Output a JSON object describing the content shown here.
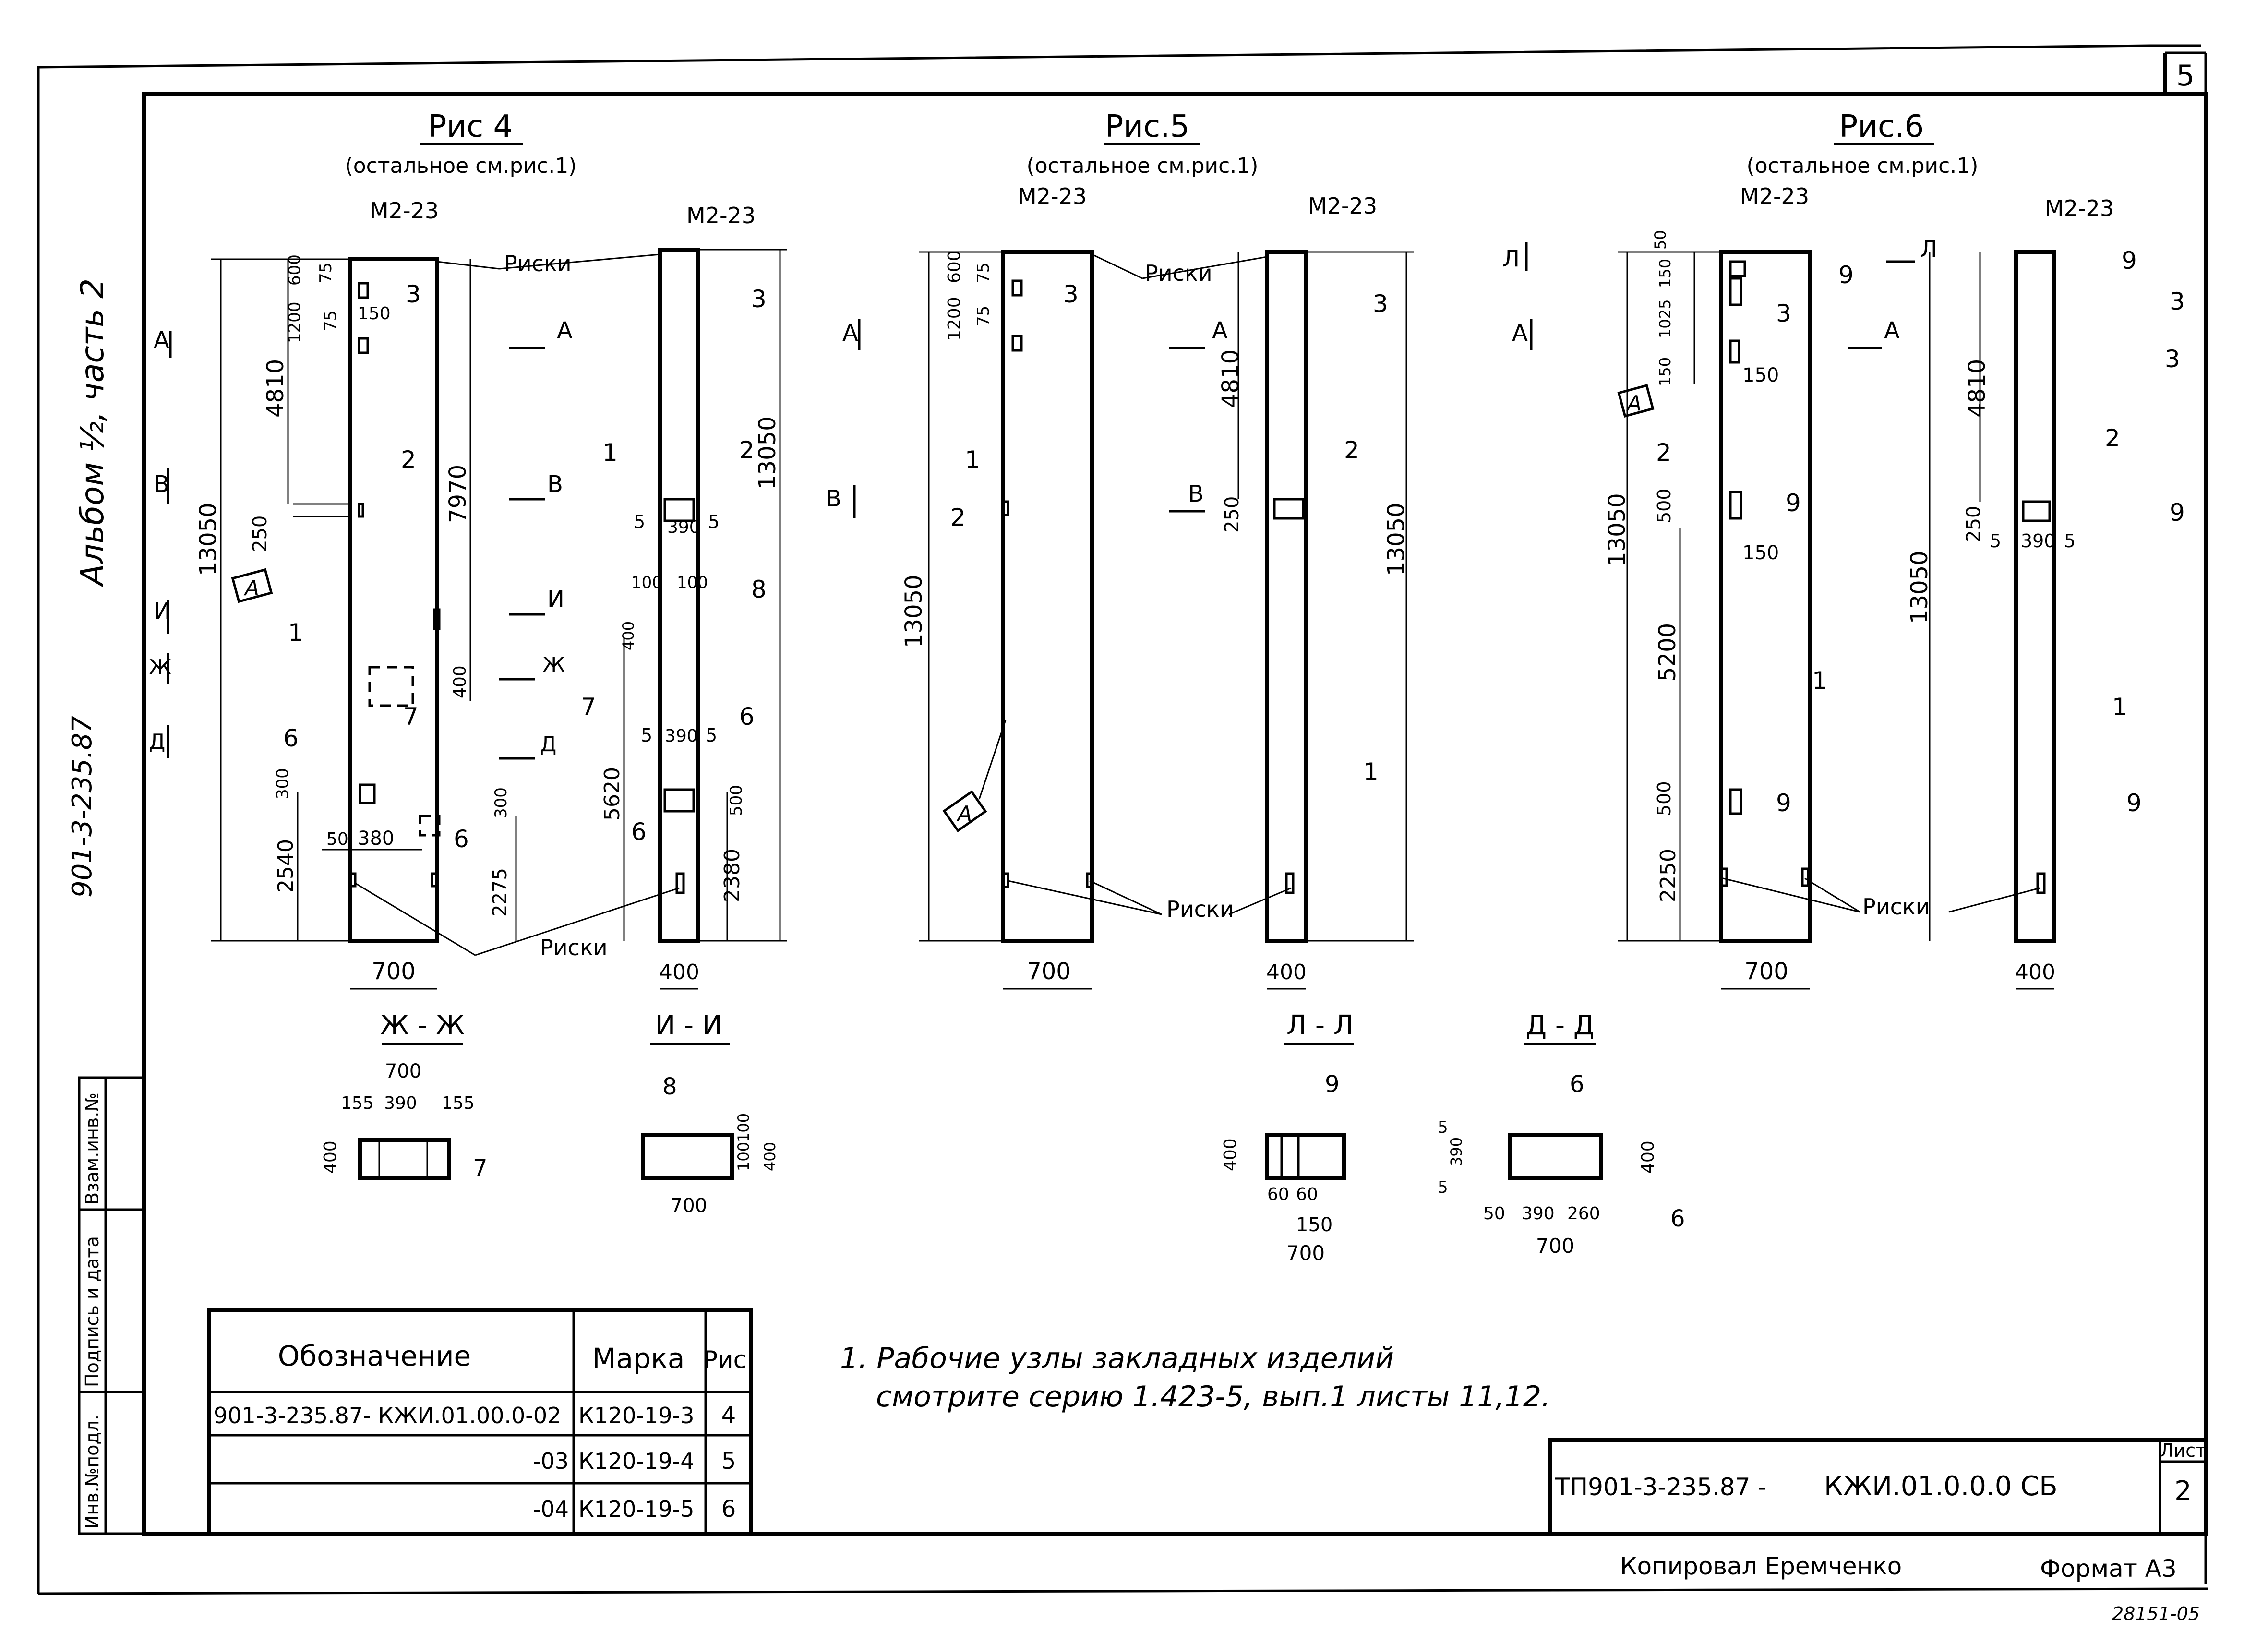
{
  "sheet_number": "5",
  "side_label": "Альбом ½, часть 2",
  "side_code": "901-3-235.87",
  "figures": {
    "fig4": {
      "title": "Рис 4",
      "subtitle": "(остальное см.рис.1)"
    },
    "fig5": {
      "title": "Рис.5",
      "subtitle": "(остальное см.рис.1)"
    },
    "fig6": {
      "title": "Рис.6",
      "subtitle": "(остальное см.рис.1)"
    }
  },
  "labels": {
    "m2": "М2-23",
    "riski": "Риски",
    "A": "А",
    "B": "В",
    "I": "И",
    "Zh": "Ж",
    "D": "Д",
    "L": "Л"
  },
  "dims": {
    "d13050": "13050",
    "d4810": "4810",
    "d7970": "7970",
    "d250": "250",
    "d600": "600",
    "d75": "75",
    "d1200": "1200",
    "d150": "150",
    "d2540": "2540",
    "d2275": "2275",
    "d2380": "2380",
    "d5620": "5620",
    "d300": "300",
    "d50": "50",
    "d380": "380",
    "d390": "390",
    "d5": "5",
    "d100": "100",
    "d400": "400",
    "d700": "700",
    "d500": "500",
    "d1025": "1025",
    "d5200": "5200",
    "d2250": "2250",
    "d60": "60",
    "d155": "155",
    "d260": "260",
    "d9": "9"
  },
  "callouts": [
    "1",
    "2",
    "3",
    "6",
    "7",
    "8",
    "9"
  ],
  "sections": {
    "zhzh": "Ж - Ж",
    "ii": "И - И",
    "ll": "Л - Л",
    "dd": "Д - Д"
  },
  "stamp_side": {
    "inv": "Инв.№подл.",
    "sign": "Подпись и дата",
    "vzam": "Взам.инв.№"
  },
  "table": {
    "headers": [
      "Обозначение",
      "Марка",
      "Рис."
    ],
    "rows": [
      {
        "designation": "901-3-235.87- КЖИ.01.00.0-02",
        "mark": "К120-19-3",
        "fig": "4"
      },
      {
        "designation": "-03",
        "mark": "К120-19-4",
        "fig": "5"
      },
      {
        "designation": "-04",
        "mark": "К120-19-5",
        "fig": "6"
      }
    ]
  },
  "note": {
    "line1": "1. Рабочие узлы закладных изделий",
    "line2": "смотрите серию 1.423-5, вып.1 листы 11,12."
  },
  "title_block": {
    "code": "ТП901-3-235.87 -",
    "doc": "КЖИ.01.0.0.0 СБ",
    "list_label": "Лист",
    "list_value": "2"
  },
  "footer": {
    "copied": "Копировал Еремченко",
    "format": "Формат А3",
    "stamp": "28151-05"
  }
}
